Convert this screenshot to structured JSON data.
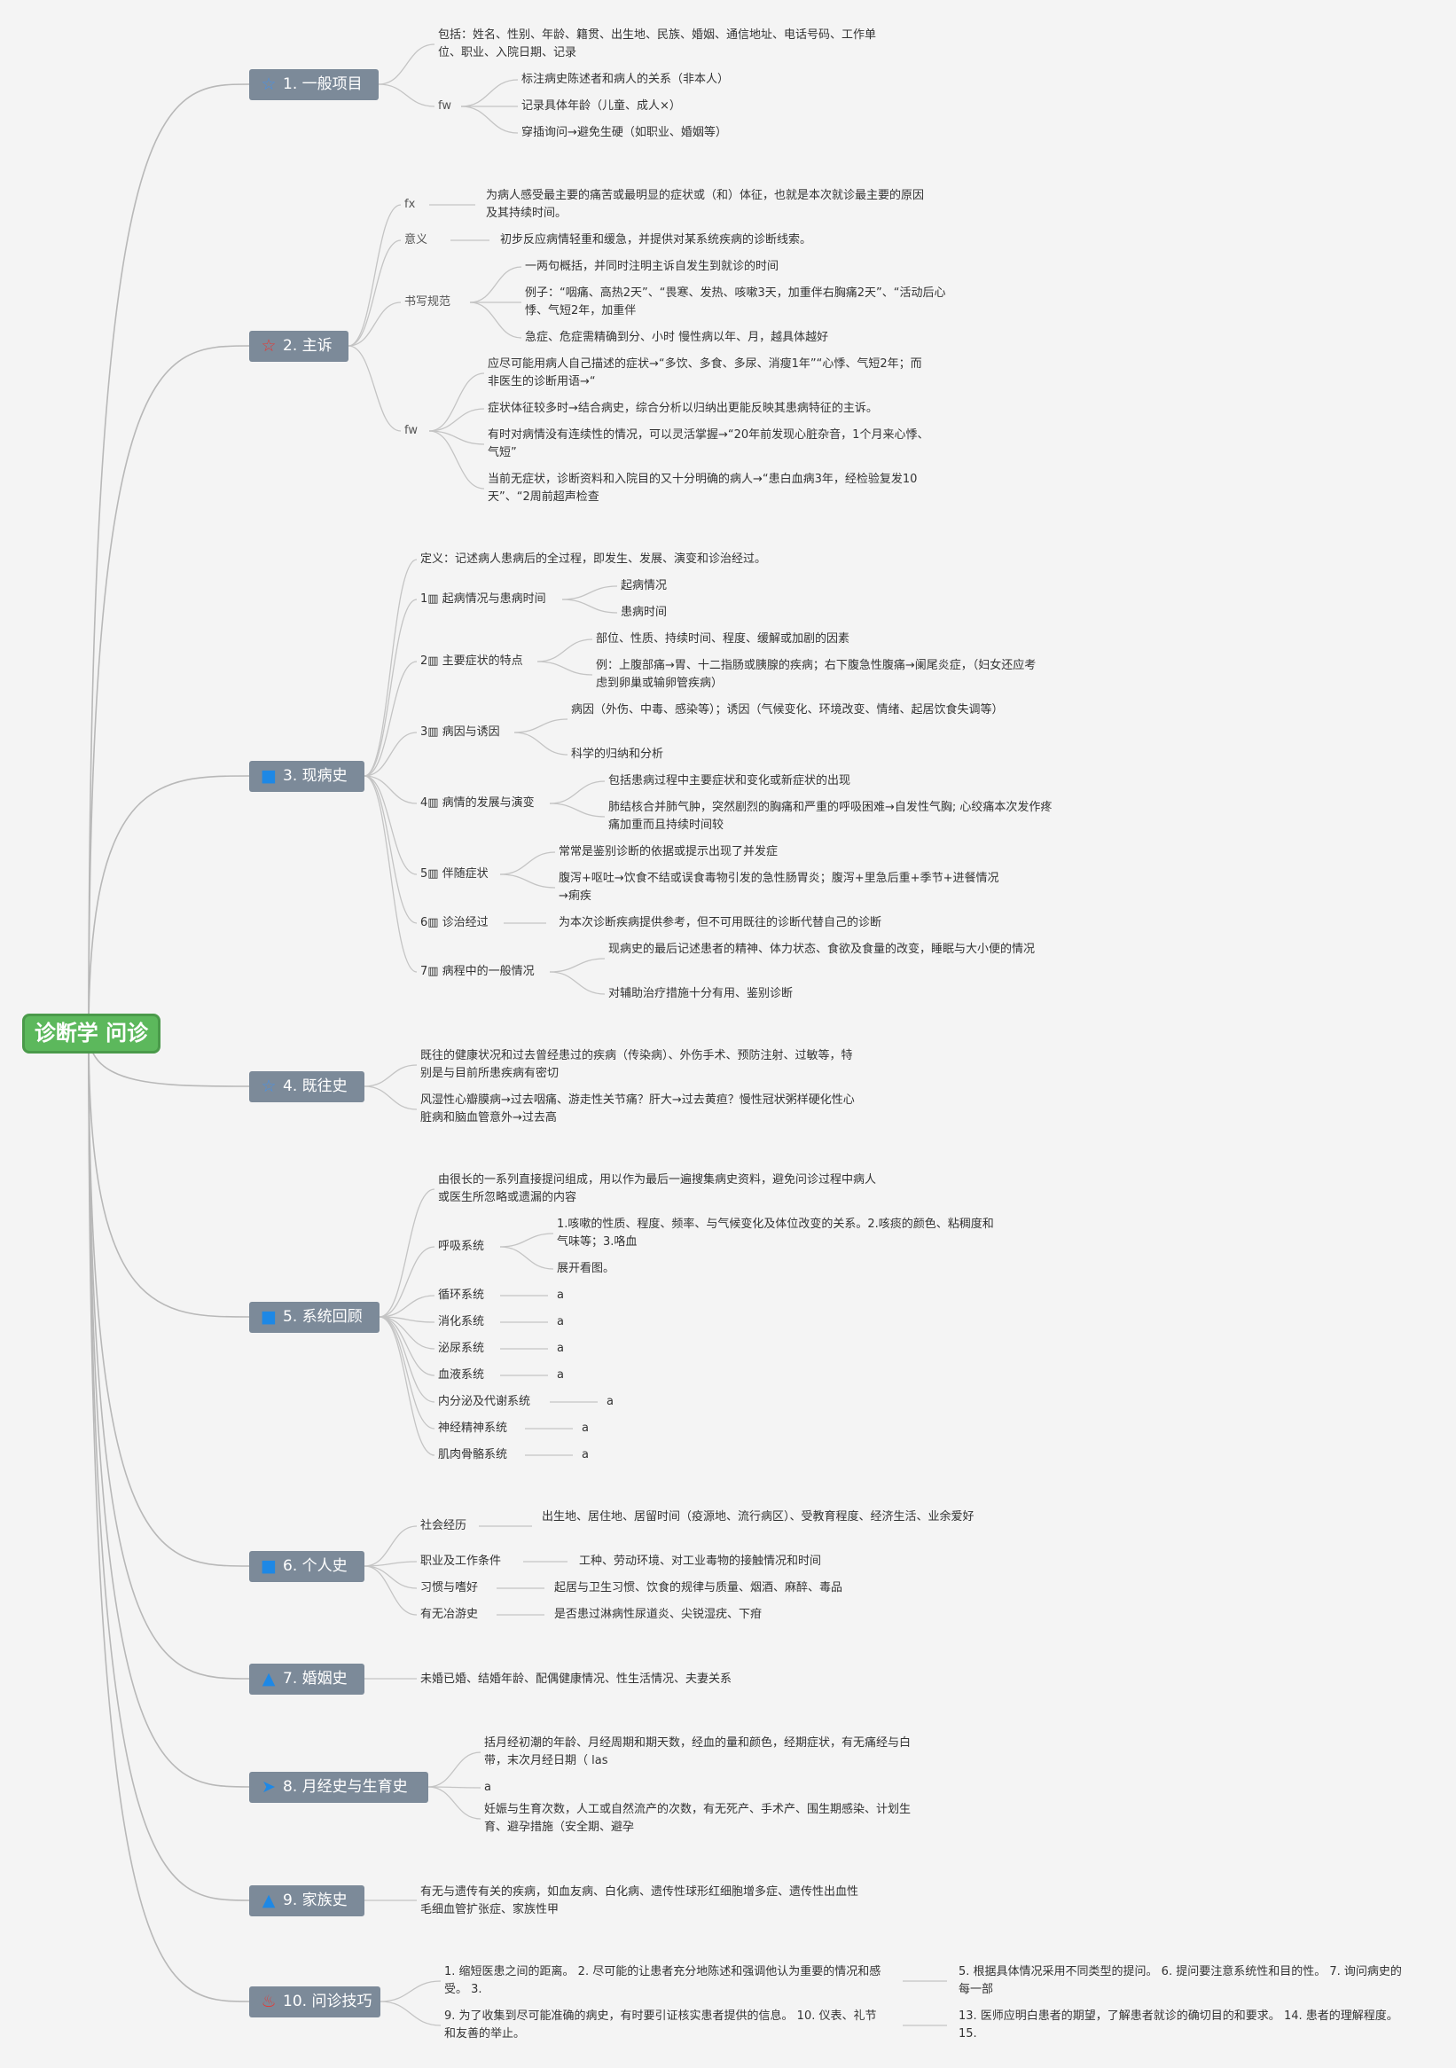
{
  "root": "诊断学 问诊",
  "colors": {
    "root": "#5cb85c",
    "category": "#7c8a99",
    "line": "#c4c4c4"
  },
  "sections": [
    {
      "title": "1. 一般项目",
      "icon": "star-icon",
      "items": {
        "a": "包括：姓名、性别、年龄、籍贯、出生地、民族、婚姻、通信地址、电话号码、工作单位、职业、入院日期、记录",
        "fw": "fw",
        "fw1": "标注病史陈述者和病人的关系（非本人）",
        "fw2": "记录具体年龄（儿童、成人×）",
        "fw3": "穿插询问→避免生硬（如职业、婚姻等）"
      }
    },
    {
      "title": "2. 主诉",
      "icon": "outline-star-icon",
      "items": {
        "fx": "fx",
        "fx_text": "为病人感受最主要的痛苦或最明显的症状或（和）体征，也就是本次就诊最主要的原因及其持续时间。",
        "yy": "意义",
        "yy_text": "初步反应病情轻重和缓急，并提供对某系统疾病的诊断线索。",
        "sx": "书写规范",
        "sx1": "一两句概括，并同时注明主诉自发生到就诊的时间",
        "sx2": "例子：“咽痛、高热2天”、“畏寒、发热、咳嗽3天，加重伴右胸痛2天”、“活动后心悸、气短2年，加重伴",
        "sx3": "急症、危症需精确到分、小时 慢性病以年、月，越具体越好",
        "fw": "fw",
        "fw1": "应尽可能用病人自己描述的症状→“多饮、多食、多尿、消瘦1年”“心悸、气短2年；而非医生的诊断用语→“",
        "fw2": "症状体征较多时→结合病史，综合分析以归纳出更能反映其患病特征的主诉。",
        "fw3": "有时对病情没有连续性的情况，可以灵活掌握→“20年前发现心脏杂音，1个月来心悸、气短”",
        "fw4": "当前无症状，诊断资料和入院目的又十分明确的病人→“患白血病3年，经检验复发10天”、“2周前超声检查"
      }
    },
    {
      "title": "3. 现病史",
      "icon": "flag-icon",
      "items": {
        "def": "定义：记述病人患病后的全过程，即发生、发展、演变和诊治经过。",
        "s1": "1▥ 起病情况与患病时间",
        "s1a": "起病情况",
        "s1b": "患病时间",
        "s2": "2▥ 主要症状的特点",
        "s2a": "部位、性质、持续时间、程度、缓解或加剧的因素",
        "s2b": "例：上腹部痛→胃、十二指肠或胰腺的疾病；右下腹急性腹痛→阑尾炎症，（妇女还应考虑到卵巢或输卵管疾病）",
        "s3": "3▥ 病因与诱因",
        "s3a": "病因（外伤、中毒、感染等）；诱因（气候变化、环境改变、情绪、起居饮食失调等）",
        "s3b": "科学的归纳和分析",
        "s4": "4▥ 病情的发展与演变",
        "s4a": "包括患病过程中主要症状和变化或新症状的出现",
        "s4b": "肺结核合并肺气肿，突然剧烈的胸痛和严重的呼吸困难→自发性气胸; 心绞痛本次发作疼痛加重而且持续时间较",
        "s5": "5▥ 伴随症状",
        "s5a": "常常是鉴别诊断的依据或提示出现了并发症",
        "s5b": "腹泻+呕吐→饮食不结或误食毒物引发的急性肠胃炎；腹泻+里急后重+季节+进餐情况→痢疾",
        "s6": "6▥ 诊治经过",
        "s6a": "为本次诊断疾病提供参考，但不可用既往的诊断代替自己的诊断",
        "s7": "7▥ 病程中的一般情况",
        "s7a": "现病史的最后记述患者的精神、体力状态、食欲及食量的改变，睡眠与大小便的情况",
        "s7b": "对辅助治疗措施十分有用、鉴别诊断"
      }
    },
    {
      "title": "4. 既往史",
      "icon": "star-icon",
      "items": {
        "a": "既往的健康状况和过去曾经患过的疾病（传染病）、外伤手术、预防注射、过敏等，特别是与目前所患疾病有密切",
        "b": "风湿性心瓣膜病→过去咽痛、游走性关节痛？肝大→过去黄疸？慢性冠状粥样硬化性心脏病和脑血管意外→过去高"
      }
    },
    {
      "title": "5. 系统回顾",
      "icon": "flag-icon",
      "items": {
        "a": "由很长的一系列直接提问组成，用以作为最后一遍搜集病史资料，避免问诊过程中病人或医生所忽略或遗漏的内容",
        "hx": "呼吸系统",
        "hx1": "1.咳嗽的性质、程度、频率、与气候变化及体位改变的关系。2.咳痰的颜色、粘稠度和气味等；3.咯血",
        "hx2": "展开看图。",
        "xh": "循环系统",
        "xh_v": "a",
        "xhua": "消化系统",
        "xhua_v": "a",
        "mn": "泌尿系统",
        "mn_v": "a",
        "xy": "血液系统",
        "xy_v": "a",
        "nf": "内分泌及代谢系统",
        "nf_v": "a",
        "sj": "神经精神系统",
        "sj_v": "a",
        "jr": "肌肉骨骼系统",
        "jr_v": "a"
      }
    },
    {
      "title": "6. 个人史",
      "icon": "flag-icon",
      "items": {
        "sh": "社会经历",
        "sh_v": "出生地、居住地、居留时间（疫源地、流行病区）、受教育程度、经济生活、业余爱好",
        "zy": "职业及工作条件",
        "zy_v": "工种、劳动环境、对工业毒物的接触情况和时间",
        "xg": "习惯与嗜好",
        "xg_v": "起居与卫生习惯、饮食的规律与质量、烟酒、麻醉、毒品",
        "yz": "有无冶游史",
        "yz_v": "是否患过淋病性尿道炎、尖锐湿疣、下疳"
      }
    },
    {
      "title": "7. 婚姻史",
      "icon": "drop-icon",
      "items": {
        "a": "未婚已婚、结婚年龄、配偶健康情况、性生活情况、夫妻关系"
      }
    },
    {
      "title": "8. 月经史与生育史",
      "icon": "paper-plane-icon",
      "items": {
        "a": "括月经初潮的年龄、月经周期和期天数，经血的量和颜色，经期症状，有无痛经与白带，末次月经日期（ las",
        "b": "a",
        "c": "妊娠与生育次数，人工或自然流产的次数，有无死产、手术产、围生期感染、计划生育、避孕措施（安全期、避孕"
      }
    },
    {
      "title": "9. 家族史",
      "icon": "drop-icon",
      "items": {
        "a": "有无与遗传有关的疾病，如血友病、白化病、遗传性球形红细胞增多症、遗传性出血性毛细血管扩张症、家族性甲"
      }
    },
    {
      "title": "10. 问诊技巧",
      "icon": "fire-icon",
      "items": {
        "a": "1. 缩短医患之间的距离。 2. 尽可能的让患者充分地陈述和强调他认为重要的情况和感受。 3.",
        "a2": "5. 根据具体情况采用不同类型的提问。 6. 提问要注意系统性和目的性。 7. 询问病史的每一部",
        "b": "9. 为了收集到尽可能准确的病史，有时要引证核实患者提供的信息。 10. 仪表、礼节和友善的举止。",
        "b2": "13. 医师应明白患者的期望，了解患者就诊的确切目的和要求。 14. 患者的理解程度。 15."
      }
    }
  ]
}
